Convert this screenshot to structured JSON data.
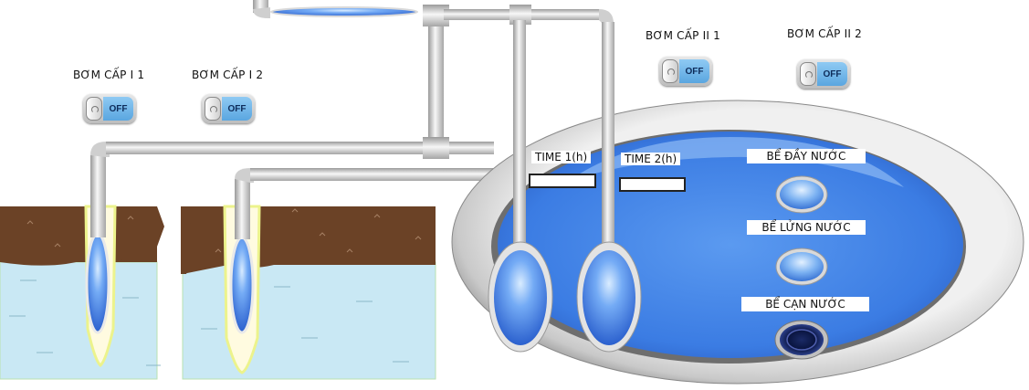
{
  "stage1": {
    "pump1": {
      "label": "BƠM CẤP I 1",
      "state": "OFF"
    },
    "pump2": {
      "label": "BƠM CẤP I 2",
      "state": "OFF"
    }
  },
  "stage2": {
    "pump1": {
      "label": "BƠM CẤP II 1",
      "state": "OFF"
    },
    "pump2": {
      "label": "BƠM CẤP II 2",
      "state": "OFF"
    }
  },
  "timers": {
    "time1_label": "TIME 1(h)",
    "time1_value": "",
    "time2_label": "TIME 2(h)",
    "time2_value": ""
  },
  "tank": {
    "full_label": "BỂ ĐẦY NƯỚC",
    "half_label": "BỂ LỬNG NƯỚC",
    "empty_label": "BỂ CẠN NƯỚC"
  },
  "colors": {
    "water": "#c8e7f3",
    "soil": "#6b4226",
    "tank_blue": "#3d82ea",
    "pipe": "#d8d8d8",
    "accent": "#6fb3ec"
  }
}
